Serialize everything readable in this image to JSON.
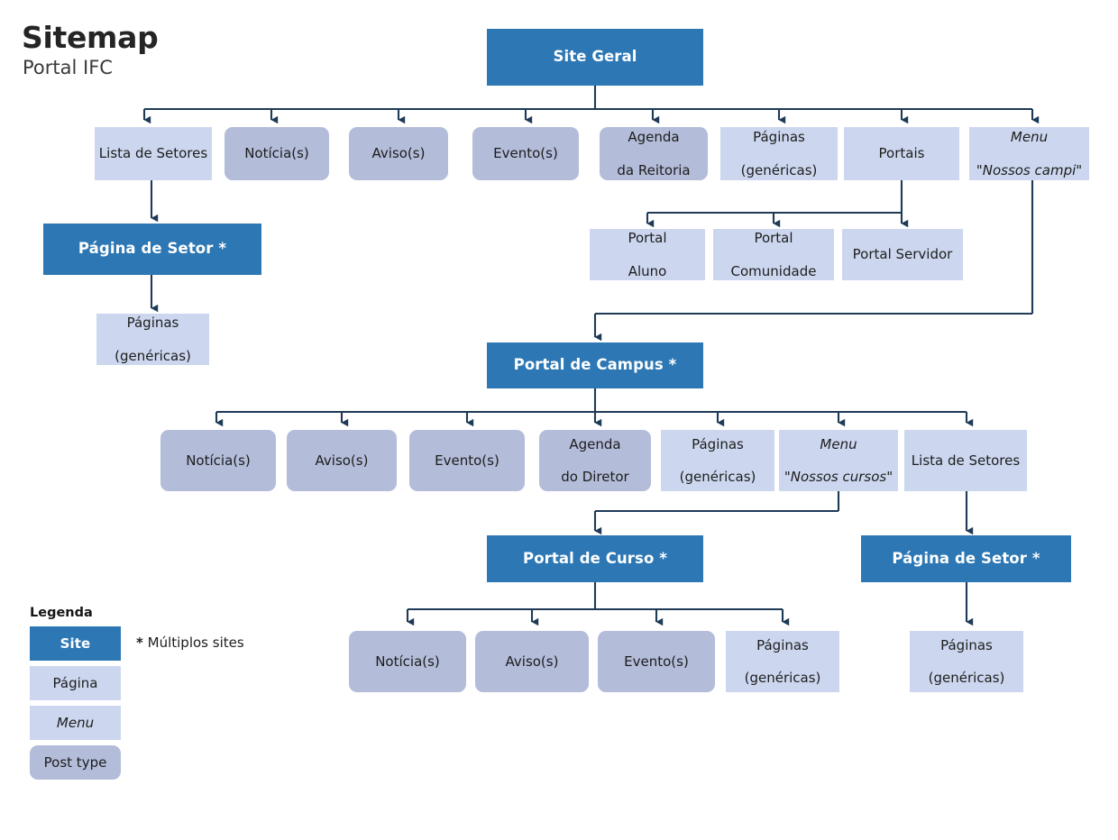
{
  "title": {
    "main": "Sitemap",
    "sub": "Portal IFC"
  },
  "colors": {
    "site": "#2c77b4",
    "page": "#ccd7ef",
    "menu": "#ccd7ef",
    "post_type": "#b3bcd9",
    "connector": "#1f3a56",
    "site_text": "#ffffff",
    "body_text": "#1d1d1d",
    "background": "#ffffff"
  },
  "nodes": {
    "site_geral": {
      "label": "Site Geral",
      "type": "site"
    },
    "lista_setores_1": {
      "label": "Lista de Setores",
      "type": "page"
    },
    "noticias_1": {
      "label": "Notícia(s)",
      "type": "post"
    },
    "avisos_1": {
      "label": "Aviso(s)",
      "type": "post"
    },
    "eventos_1": {
      "label": "Evento(s)",
      "type": "post"
    },
    "agenda_reitoria": {
      "line1": "Agenda",
      "line2": "da Reitoria",
      "type": "post"
    },
    "paginas_genericas_1": {
      "line1": "Páginas",
      "line2": "(genéricas)",
      "type": "page"
    },
    "portais": {
      "label": "Portais",
      "type": "page"
    },
    "menu_nossos_campi": {
      "line1": "Menu",
      "line2": "\"Nossos campi\"",
      "type": "menu"
    },
    "pagina_setor_1": {
      "label": "Página de Setor *",
      "type": "site"
    },
    "paginas_genericas_2": {
      "line1": "Páginas",
      "line2": "(genéricas)",
      "type": "page"
    },
    "portal_aluno": {
      "line1": "Portal",
      "line2": "Aluno",
      "type": "page"
    },
    "portal_comunidade": {
      "line1": "Portal",
      "line2": "Comunidade",
      "type": "page"
    },
    "portal_servidor": {
      "label": "Portal Servidor",
      "type": "page"
    },
    "portal_campus": {
      "label": "Portal de Campus *",
      "type": "site"
    },
    "noticias_2": {
      "label": "Notícia(s)",
      "type": "post"
    },
    "avisos_2": {
      "label": "Aviso(s)",
      "type": "post"
    },
    "eventos_2": {
      "label": "Evento(s)",
      "type": "post"
    },
    "agenda_diretor": {
      "line1": "Agenda",
      "line2": "do Diretor",
      "type": "post"
    },
    "paginas_genericas_3": {
      "line1": "Páginas",
      "line2": "(genéricas)",
      "type": "page"
    },
    "menu_nossos_cursos": {
      "line1": "Menu",
      "line2": "\"Nossos cursos\"",
      "type": "menu"
    },
    "lista_setores_2": {
      "label": "Lista de Setores",
      "type": "page"
    },
    "portal_curso": {
      "label": "Portal de Curso *",
      "type": "site"
    },
    "pagina_setor_2": {
      "label": "Página de Setor *",
      "type": "site"
    },
    "noticias_3": {
      "label": "Notícia(s)",
      "type": "post"
    },
    "avisos_3": {
      "label": "Aviso(s)",
      "type": "post"
    },
    "eventos_3": {
      "label": "Evento(s)",
      "type": "post"
    },
    "paginas_genericas_4": {
      "line1": "Páginas",
      "line2": "(genéricas)",
      "type": "page"
    },
    "paginas_genericas_5": {
      "line1": "Páginas",
      "line2": "(genéricas)",
      "type": "page"
    }
  },
  "legend": {
    "title": "Legenda",
    "items": [
      {
        "label": "Site",
        "type": "site"
      },
      {
        "label": "Página",
        "type": "page"
      },
      {
        "label": "Menu",
        "type": "menu"
      },
      {
        "label": "Post type",
        "type": "post"
      }
    ],
    "note_mark": "*",
    "note_text": "Múltiplos sites"
  },
  "chart_data": {
    "type": "diagram",
    "title": "Sitemap — Portal IFC",
    "edges": [
      {
        "from": "site_geral",
        "to": "lista_setores_1"
      },
      {
        "from": "site_geral",
        "to": "noticias_1"
      },
      {
        "from": "site_geral",
        "to": "avisos_1"
      },
      {
        "from": "site_geral",
        "to": "eventos_1"
      },
      {
        "from": "site_geral",
        "to": "agenda_reitoria"
      },
      {
        "from": "site_geral",
        "to": "paginas_genericas_1"
      },
      {
        "from": "site_geral",
        "to": "portais"
      },
      {
        "from": "site_geral",
        "to": "menu_nossos_campi"
      },
      {
        "from": "lista_setores_1",
        "to": "pagina_setor_1"
      },
      {
        "from": "pagina_setor_1",
        "to": "paginas_genericas_2"
      },
      {
        "from": "portais",
        "to": "portal_aluno"
      },
      {
        "from": "portais",
        "to": "portal_comunidade"
      },
      {
        "from": "portais",
        "to": "portal_servidor"
      },
      {
        "from": "menu_nossos_campi",
        "to": "portal_campus"
      },
      {
        "from": "portal_campus",
        "to": "noticias_2"
      },
      {
        "from": "portal_campus",
        "to": "avisos_2"
      },
      {
        "from": "portal_campus",
        "to": "eventos_2"
      },
      {
        "from": "portal_campus",
        "to": "agenda_diretor"
      },
      {
        "from": "portal_campus",
        "to": "paginas_genericas_3"
      },
      {
        "from": "portal_campus",
        "to": "menu_nossos_cursos"
      },
      {
        "from": "portal_campus",
        "to": "lista_setores_2"
      },
      {
        "from": "menu_nossos_cursos",
        "to": "portal_curso"
      },
      {
        "from": "lista_setores_2",
        "to": "pagina_setor_2"
      },
      {
        "from": "portal_curso",
        "to": "noticias_3"
      },
      {
        "from": "portal_curso",
        "to": "avisos_3"
      },
      {
        "from": "portal_curso",
        "to": "eventos_3"
      },
      {
        "from": "portal_curso",
        "to": "paginas_genericas_4"
      },
      {
        "from": "pagina_setor_2",
        "to": "paginas_genericas_5"
      }
    ]
  }
}
